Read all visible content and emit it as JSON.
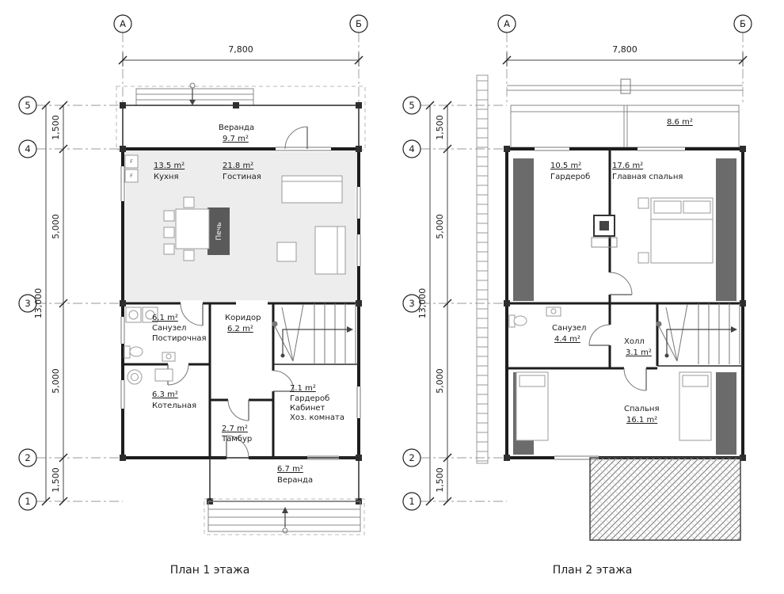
{
  "titles": {
    "plan1": "План 1 этажа",
    "plan2": "План 2 этажа"
  },
  "axes": {
    "a": "А",
    "b": "Б",
    "rows": [
      "5",
      "4",
      "3",
      "2",
      "1"
    ]
  },
  "dims": {
    "width": "7,800",
    "total": "13,000",
    "segments": [
      "1,500",
      "5,000",
      "5,000",
      "1,500"
    ]
  },
  "plan1": {
    "veranda_top": {
      "name": "Веранда",
      "area": "9.7 m²"
    },
    "kitchen": {
      "area": "13.5 m²",
      "name": "Кухня"
    },
    "living": {
      "area": "21.8 m²",
      "name": "Гостиная"
    },
    "stove": "Печь",
    "fridge": "F",
    "bath": {
      "area": "6.1 m²",
      "line1": "Санузел",
      "line2": "Постирочная"
    },
    "corridor": {
      "name": "Коридор",
      "area": "6.2 m²"
    },
    "boiler": {
      "area": "6.3 m²",
      "name": "Котельная"
    },
    "tambour": {
      "area": "2.7 m²",
      "name": "Тамбур"
    },
    "wardrobe": {
      "area": "7.1 m²",
      "line1": "Гардероб",
      "line2": "Кабинет",
      "line3": "Хоз. комната"
    },
    "veranda_bottom": {
      "area": "6.7 m²",
      "name": "Веранда"
    }
  },
  "plan2": {
    "balcony": {
      "area": "8.6 m²"
    },
    "wardrobe": {
      "area": "10.5 m²",
      "name": "Гардероб"
    },
    "master": {
      "area": "17.6 m²",
      "name": "Главная спальня"
    },
    "bath": {
      "name": "Санузел",
      "area": "4.4 m²"
    },
    "hall": {
      "name": "Холл",
      "area": "3.1 m²"
    },
    "bedroom": {
      "name": "Спальня",
      "area": "16.1 m²"
    }
  }
}
